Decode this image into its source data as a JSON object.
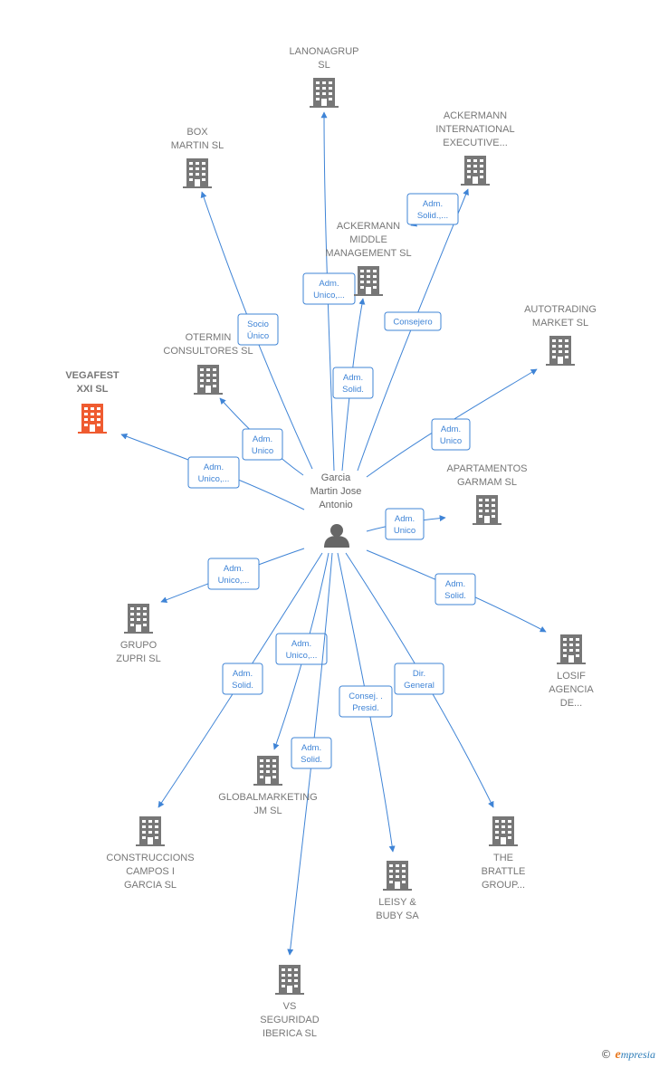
{
  "colors": {
    "edge": "#3f84d6",
    "building": "#777777",
    "building_highlight": "#ef5b30",
    "person": "#666666"
  },
  "person": {
    "label_lines": [
      "Garcia",
      "Martin Jose",
      "Antonio"
    ],
    "icon": "person-icon"
  },
  "nodes": [
    {
      "id": "lanonagrup",
      "lines": [
        "LANONAGRUP",
        "SL"
      ],
      "highlight": false
    },
    {
      "id": "ackermann-international",
      "lines": [
        "ACKERMANN",
        "INTERNATIONAL",
        "EXECUTIVE..."
      ],
      "highlight": false
    },
    {
      "id": "box-martin",
      "lines": [
        "BOX",
        "MARTIN  SL"
      ],
      "highlight": false
    },
    {
      "id": "ackermann-middle",
      "lines": [
        "ACKERMANN",
        "MIDDLE",
        "MANAGEMENT SL"
      ],
      "highlight": false
    },
    {
      "id": "autotrading",
      "lines": [
        "AUTOTRADING",
        "MARKET  SL"
      ],
      "highlight": false
    },
    {
      "id": "otermin",
      "lines": [
        "OTERMIN",
        "CONSULTORES SL"
      ],
      "highlight": false
    },
    {
      "id": "vegafest",
      "lines": [
        "VEGAFEST",
        "XXI  SL"
      ],
      "highlight": true
    },
    {
      "id": "apartamentos",
      "lines": [
        "APARTAMENTOS",
        "GARMAM  SL"
      ],
      "highlight": false
    },
    {
      "id": "grupo-zupri",
      "lines": [
        "GRUPO",
        "ZUPRI  SL"
      ],
      "highlight": false
    },
    {
      "id": "losif",
      "lines": [
        "LOSIF",
        "AGENCIA",
        "DE..."
      ],
      "highlight": false
    },
    {
      "id": "globalmarketing",
      "lines": [
        "GLOBALMARKETING",
        "JM  SL"
      ],
      "highlight": false
    },
    {
      "id": "construcciones",
      "lines": [
        "CONSTRUCCIONS",
        "CAMPOS I",
        "GARCIA SL"
      ],
      "highlight": false
    },
    {
      "id": "the-brattle",
      "lines": [
        "THE",
        "BRATTLE",
        "GROUP..."
      ],
      "highlight": false
    },
    {
      "id": "leisy-buby",
      "lines": [
        "LEISY &",
        "BUBY SA"
      ],
      "highlight": false
    },
    {
      "id": "vs-seguridad",
      "lines": [
        "VS",
        "SEGURIDAD",
        "IBERICA  SL"
      ],
      "highlight": false
    }
  ],
  "edges": [
    {
      "to": "lanonagrup",
      "lines": [
        "Adm.",
        "Unico,..."
      ]
    },
    {
      "to": "ackermann-international",
      "lines": [
        "Consejero"
      ]
    },
    {
      "to": "ackermann-international-2",
      "lines": [
        "Adm.",
        "Solid.,..."
      ]
    },
    {
      "to": "box-martin",
      "lines": [
        "Socio",
        "Único"
      ]
    },
    {
      "to": "ackermann-middle",
      "lines": [
        "Adm.",
        "Solid."
      ]
    },
    {
      "to": "autotrading",
      "lines": [
        "Adm.",
        "Unico"
      ]
    },
    {
      "to": "otermin",
      "lines": [
        "Adm.",
        "Unico"
      ]
    },
    {
      "to": "vegafest",
      "lines": [
        "Adm.",
        "Unico,..."
      ]
    },
    {
      "to": "apartamentos",
      "lines": [
        "Adm.",
        "Unico"
      ]
    },
    {
      "to": "grupo-zupri",
      "lines": [
        "Adm.",
        "Unico,..."
      ]
    },
    {
      "to": "losif",
      "lines": [
        "Adm.",
        "Solid."
      ]
    },
    {
      "to": "globalmarketing",
      "lines": [
        "Adm.",
        "Unico,..."
      ]
    },
    {
      "to": "construcciones",
      "lines": [
        "Adm.",
        "Solid."
      ]
    },
    {
      "to": "the-brattle",
      "lines": [
        "Dir.",
        "General"
      ]
    },
    {
      "to": "leisy-buby",
      "lines": [
        "Consej. .",
        "Presid."
      ]
    },
    {
      "to": "vs-seguridad",
      "lines": [
        "Adm.",
        "Solid."
      ]
    }
  ],
  "watermark": {
    "copyright": "©",
    "brand_first": "e",
    "brand_rest": "mpresia"
  }
}
